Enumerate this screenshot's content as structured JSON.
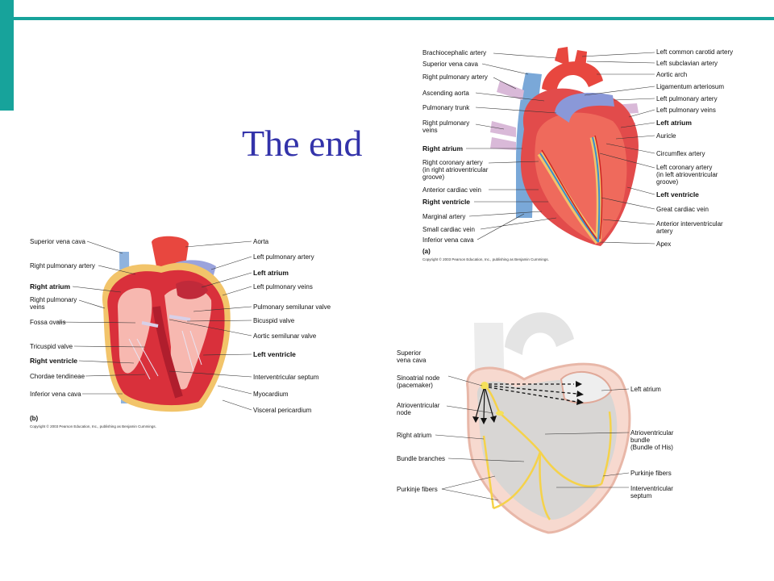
{
  "slide": {
    "title": "The end",
    "colors": {
      "accent_bar": "#17a39b",
      "title": "#3333aa"
    }
  },
  "diagram_a": {
    "panel_tag": "(a)",
    "copyright": "Copyright © 2003 Pearson Education, Inc., publishing as Benjamin Cummings.",
    "left_labels": [
      {
        "text": "Brachiocephalic artery",
        "bold": false
      },
      {
        "text": "Superior vena cava",
        "bold": false
      },
      {
        "text": "Right pulmonary artery",
        "bold": false
      },
      {
        "text": "Ascending aorta",
        "bold": false
      },
      {
        "text": "Pulmonary trunk",
        "bold": false
      },
      {
        "text": "Right pulmonary\nveins",
        "bold": false
      },
      {
        "text": "Right atrium",
        "bold": true
      },
      {
        "text": "Right coronary artery\n(in right atrioventricular\ngroove)",
        "bold": false
      },
      {
        "text": "Anterior cardiac vein",
        "bold": false
      },
      {
        "text": "Right ventricle",
        "bold": true
      },
      {
        "text": "Marginal artery",
        "bold": false
      },
      {
        "text": "Small cardiac vein",
        "bold": false
      },
      {
        "text": "Inferior vena cava",
        "bold": false
      }
    ],
    "right_labels": [
      {
        "text": "Left common carotid artery",
        "bold": false
      },
      {
        "text": "Left subclavian artery",
        "bold": false
      },
      {
        "text": "Aortic arch",
        "bold": false
      },
      {
        "text": "Ligamentum arteriosum",
        "bold": false
      },
      {
        "text": "Left pulmonary artery",
        "bold": false
      },
      {
        "text": "Left pulmonary veins",
        "bold": false
      },
      {
        "text": "Left atrium",
        "bold": true
      },
      {
        "text": "Auricle",
        "bold": false
      },
      {
        "text": "Circumflex artery",
        "bold": false
      },
      {
        "text": "Left coronary artery\n(in left atrioventricular\ngroove)",
        "bold": false
      },
      {
        "text": "Left ventricle",
        "bold": true
      },
      {
        "text": "Great cardiac vein",
        "bold": false
      },
      {
        "text": "Anterior interventricular\nartery",
        "bold": false
      },
      {
        "text": "Apex",
        "bold": false
      }
    ]
  },
  "diagram_b": {
    "panel_tag": "(b)",
    "copyright": "Copyright © 2003 Pearson Education, Inc., publishing as Benjamin Cummings.",
    "left_labels": [
      {
        "text": "Superior vena cava",
        "bold": false
      },
      {
        "text": "Right pulmonary artery",
        "bold": false
      },
      {
        "text": "Right atrium",
        "bold": true
      },
      {
        "text": "Right pulmonary\nveins",
        "bold": false
      },
      {
        "text": "Fossa ovalis",
        "bold": false
      },
      {
        "text": "Tricuspid valve",
        "bold": false
      },
      {
        "text": "Right ventricle",
        "bold": true
      },
      {
        "text": "Chordae tendineae",
        "bold": false
      },
      {
        "text": "Inferior vena cava",
        "bold": false
      }
    ],
    "right_labels": [
      {
        "text": "Aorta",
        "bold": false
      },
      {
        "text": "Left pulmonary artery",
        "bold": false
      },
      {
        "text": "Left atrium",
        "bold": true
      },
      {
        "text": "Left pulmonary veins",
        "bold": false
      },
      {
        "text": "Pulmonary semilunar valve",
        "bold": false
      },
      {
        "text": "Bicuspid valve",
        "bold": false
      },
      {
        "text": "Aortic semilunar valve",
        "bold": false
      },
      {
        "text": "Left ventricle",
        "bold": true
      },
      {
        "text": "Interventricular septum",
        "bold": false
      },
      {
        "text": "Myocardium",
        "bold": false
      },
      {
        "text": "Visceral pericardium",
        "bold": false
      }
    ]
  },
  "diagram_c": {
    "left_labels": [
      {
        "text": "Superior\nvena cava",
        "bold": false
      },
      {
        "text": "Sinoatrial node\n(pacemaker)",
        "bold": false
      },
      {
        "text": "Atrioventricular\nnode",
        "bold": false
      },
      {
        "text": "Right atrium",
        "bold": false
      },
      {
        "text": "Bundle branches",
        "bold": false
      },
      {
        "text": "Purkinje fibers",
        "bold": false
      }
    ],
    "right_labels": [
      {
        "text": "Left atrium",
        "bold": false
      },
      {
        "text": "Atrioventricular\nbundle\n(Bundle of His)",
        "bold": false
      },
      {
        "text": "Purkinje fibers",
        "bold": false
      },
      {
        "text": "Interventricular\nseptum",
        "bold": false
      }
    ]
  }
}
